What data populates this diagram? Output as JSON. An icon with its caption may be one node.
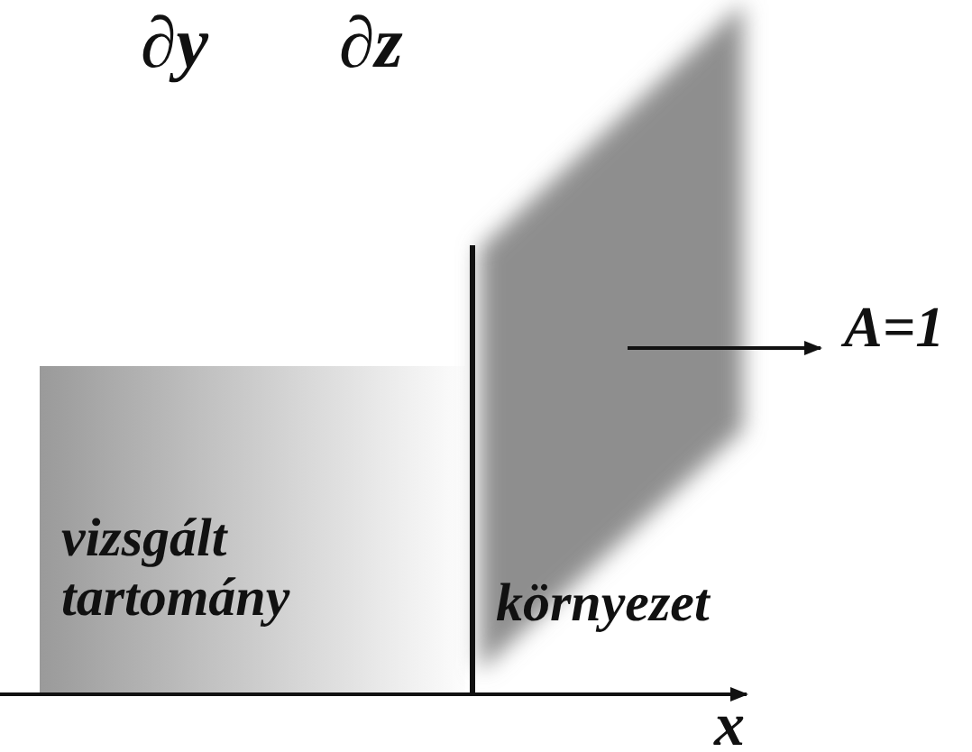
{
  "diagram": {
    "nodes": [
      {
        "text": [
          "vizsgált tartomány"
        ]
      },
      {
        "text": [
          "környezet"
        ]
      }
    ],
    "edges": [],
    "labels": [
      "∂y",
      "∂z",
      "A=1",
      "x"
    ]
  }
}
